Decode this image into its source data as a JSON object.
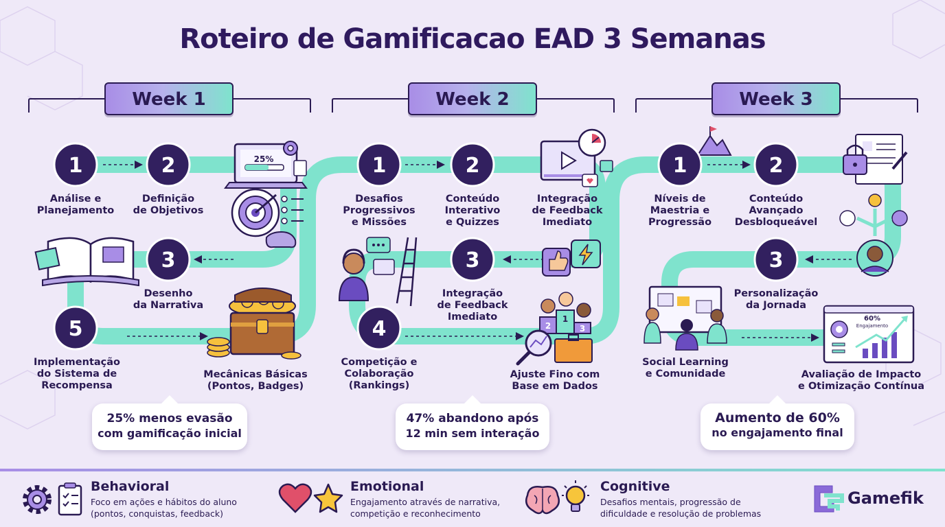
{
  "title": "Roteiro de Gamificacao EAD 3 Semanas",
  "weeks": [
    {
      "label": "Week 1",
      "steps": [
        {
          "number": "1",
          "line1": "Análise e",
          "line2": "Planejamento",
          "line3": ""
        },
        {
          "number": "2",
          "line1": "Definição",
          "line2": "de Objetivos",
          "line3": ""
        },
        {
          "number": "3",
          "line1": "Desenho",
          "line2": "da Narrativa",
          "line3": ""
        },
        {
          "number": "",
          "line1": "Mecânicas Básicas",
          "line2": "(Pontos, Badges)",
          "line3": ""
        },
        {
          "number": "5",
          "line1": "Implementação",
          "line2": "do Sistema de",
          "line3": "Recompensa"
        }
      ],
      "progress_badge": "25%",
      "callout": {
        "line1": "25% menos evasão",
        "line2": "com gamificação inicial"
      }
    },
    {
      "label": "Week 2",
      "steps": [
        {
          "number": "1",
          "line1": "Desafios",
          "line2": "Progressivos",
          "line3": "e Missões"
        },
        {
          "number": "2",
          "line1": "Conteúdo",
          "line2": "Interativo",
          "line3": "e Quizzes"
        },
        {
          "number": "",
          "line1": "Integração",
          "line2": "de Feedback",
          "line3": "Imediato"
        },
        {
          "number": "3",
          "line1": "Integração",
          "line2": "de Feedback",
          "line3": "Imediato"
        },
        {
          "number": "4",
          "line1": "Competição e",
          "line2": "Colaboração",
          "line3": "(Rankings)"
        },
        {
          "number": "",
          "line1": "Ajuste Fino com",
          "line2": "Base em Dados",
          "line3": ""
        }
      ],
      "podium": {
        "first": "1",
        "second": "2",
        "third": "3"
      },
      "callout": {
        "line1": "47% abandono após",
        "line2": "12 min sem interação"
      }
    },
    {
      "label": "Week 3",
      "steps": [
        {
          "number": "1",
          "line1": "Níveis de",
          "line2": "Maestria e",
          "line3": "Progressão"
        },
        {
          "number": "2",
          "line1": "Conteúdo",
          "line2": "Avançado",
          "line3": "Desbloqueável"
        },
        {
          "number": "3",
          "line1": "Personalização",
          "line2": "da Jornada",
          "line3": ""
        },
        {
          "number": "",
          "line1": "Social Learning",
          "line2": "e Comunidade",
          "line3": ""
        },
        {
          "number": "",
          "line1": "Avaliação de Impacto",
          "line2": "e Otimização Contínua",
          "line3": ""
        }
      ],
      "dashboard": {
        "percent": "60%",
        "label": "Engajamento"
      },
      "callout": {
        "line1": "Aumento de 60%",
        "line2": "no engajamento final"
      }
    }
  ],
  "legend": [
    {
      "title": "Behavioral",
      "line1": "Foco em ações e hábitos do aluno",
      "line2": "(pontos, conquistas, feedback)",
      "icons": [
        "gear-icon",
        "checklist-icon"
      ]
    },
    {
      "title": "Emotional",
      "line1": "Engajamento através de narrativa,",
      "line2": "competição e reconhecimento",
      "icons": [
        "heart-icon",
        "star-icon"
      ]
    },
    {
      "title": "Cognitive",
      "line1": "Desafios mentais, progressão de",
      "line2": "dificuldade e resolução de problemas",
      "icons": [
        "brain-icon",
        "lightbulb-icon"
      ]
    }
  ],
  "brand": {
    "name": "Gamefik"
  },
  "colors": {
    "background": "#efe9f8",
    "path": "#7fe3cd",
    "dark": "#2a1a52",
    "circle": "#32205f",
    "accent": "#a88de6",
    "heart": "#e0506a",
    "star": "#f7c53b"
  }
}
